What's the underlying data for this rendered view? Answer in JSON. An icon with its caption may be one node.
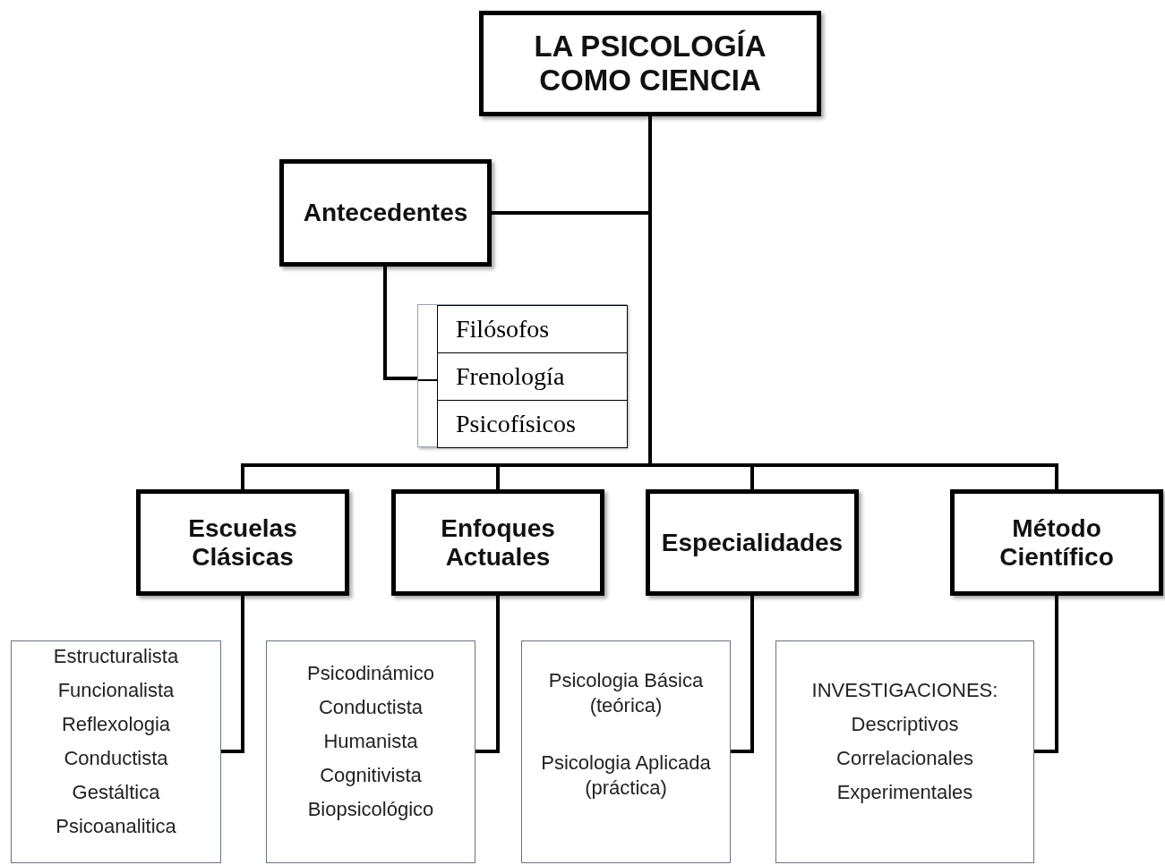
{
  "diagram": {
    "nodes": [
      {
        "text": [
          "LA PSICOLOGÍA COMO CIENCIA"
        ]
      },
      {
        "text": [
          "Antecedentes"
        ]
      },
      {
        "text": [],
        "shape": "box"
      },
      {
        "text": [
          "Filósofos"
        ],
        "in": 2
      },
      {
        "text": [
          "Frenología"
        ],
        "in": 2
      },
      {
        "text": [
          "Psicofísicos"
        ],
        "in": 2
      },
      {
        "text": [
          "Escuelas Clásicas"
        ]
      },
      {
        "text": [
          "Enfoques Actuales"
        ]
      },
      {
        "text": [
          "Especialidades"
        ]
      },
      {
        "text": [
          "Método Científico"
        ]
      },
      {
        "text": [
          "Estructuralista",
          "Funcionalista",
          "Reflexologia",
          "Conductista",
          "Gestáltica",
          "Psicoanalitica"
        ]
      },
      {
        "text": [
          "Psicodinámico",
          "Conductista",
          "Humanista",
          "Cognitivista",
          "Biopsicológico"
        ]
      },
      {
        "text": [
          "Psicologia Básica (teórica)",
          "Psicologia Aplicada (práctica)"
        ]
      },
      {
        "text": [
          "INVESTIGACIONES:",
          "Descriptivos",
          "Correlacionales",
          "Experimentales"
        ]
      }
    ],
    "edges": [
      {
        "from": 0,
        "to": 1,
        "arrow": "none"
      },
      {
        "from": 1,
        "to": 2,
        "arrow": "none"
      },
      {
        "from": 0,
        "to": 6,
        "arrow": "none"
      },
      {
        "from": 0,
        "to": 7,
        "arrow": "none"
      },
      {
        "from": 0,
        "to": 8,
        "arrow": "none"
      },
      {
        "from": 0,
        "to": 9,
        "arrow": "none"
      },
      {
        "from": 6,
        "to": 10,
        "arrow": "none"
      },
      {
        "from": 7,
        "to": 11,
        "arrow": "none"
      },
      {
        "from": 8,
        "to": 12,
        "arrow": "none"
      },
      {
        "from": 9,
        "to": 13,
        "arrow": "none"
      }
    ]
  }
}
